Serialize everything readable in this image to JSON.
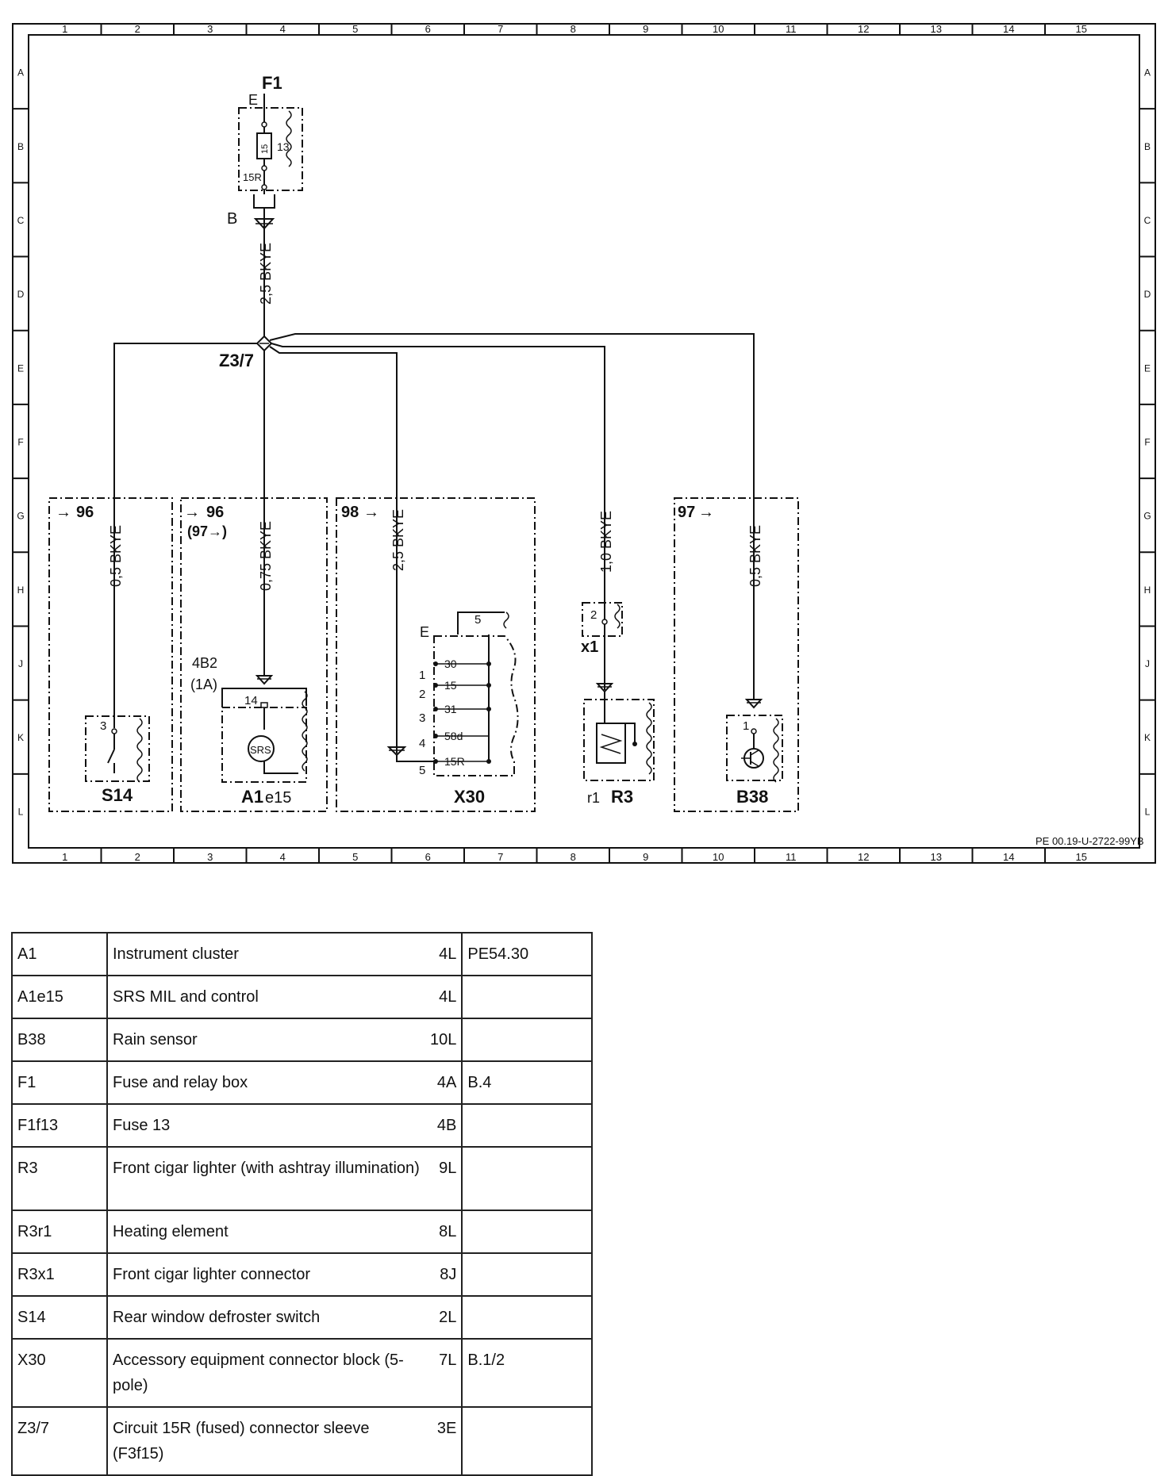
{
  "frame": {
    "col_numbers": [
      "1",
      "2",
      "3",
      "4",
      "5",
      "6",
      "7",
      "8",
      "9",
      "10",
      "11",
      "12",
      "13",
      "14",
      "15"
    ],
    "row_letters": [
      "A",
      "B",
      "C",
      "D",
      "E",
      "F",
      "G",
      "H",
      "J",
      "K",
      "L"
    ],
    "drawing_id": "PE 00.19-U-2722-99YB"
  },
  "schematic": {
    "fuse_box": {
      "label": "F1",
      "term_top": "E",
      "fuse_value": "15",
      "fuse_number": "13",
      "term_out": "15R",
      "term_bottom": "B"
    },
    "main_wire": "2,5 BKYE",
    "splice": "Z3/7",
    "branches": [
      {
        "ref": "96",
        "wire": "0,5 BKYE",
        "component": "S14",
        "pin": "3"
      },
      {
        "ref": "96",
        "ref2": "(97→)",
        "wire": "0,75 BKYE",
        "component": "A1",
        "subcomponent": "e15",
        "pin": "14",
        "connector": "4B2",
        "connector_alt": "(1A)",
        "symbol_text": "SRS"
      },
      {
        "ref": "98",
        "wire": "2,5 BKYE",
        "component": "X30",
        "top_pin": "5",
        "term_e": "E",
        "pins": [
          "1",
          "2",
          "3",
          "4",
          "5"
        ],
        "terminals": [
          "30",
          "15",
          "31",
          "58d",
          "15R"
        ]
      },
      {
        "wire": "1,0 BKYE",
        "component": "R3",
        "subcomponent": "r1",
        "connector": "x1",
        "pin": "2"
      },
      {
        "ref": "97",
        "wire": "0,5 BKYE",
        "component": "B38",
        "pin": "1"
      }
    ]
  },
  "legend": [
    {
      "code": "A1",
      "desc": "Instrument cluster",
      "loc": "4L",
      "ref": "PE54.30"
    },
    {
      "code": "A1e15",
      "desc": "SRS MIL and control",
      "loc": "4L",
      "ref": ""
    },
    {
      "code": "B38",
      "desc": "Rain sensor",
      "loc": "10L",
      "ref": ""
    },
    {
      "code": "F1",
      "desc": "Fuse and relay box",
      "loc": "4A",
      "ref": "B.4"
    },
    {
      "code": "F1f13",
      "desc": "Fuse 13",
      "loc": "4B",
      "ref": ""
    },
    {
      "code": "R3",
      "desc": "Front cigar lighter (with ashtray illumination)",
      "loc": "9L",
      "ref": ""
    },
    {
      "code": "R3r1",
      "desc": "Heating element",
      "loc": "8L",
      "ref": ""
    },
    {
      "code": "R3x1",
      "desc": "Front cigar lighter connector",
      "loc": "8J",
      "ref": ""
    },
    {
      "code": "S14",
      "desc": "Rear window defroster switch",
      "loc": "2L",
      "ref": ""
    },
    {
      "code": "X30",
      "desc": "Accessory equipment connector block (5-pole)",
      "loc": "7L",
      "ref": "B.1/2"
    },
    {
      "code": "Z3/7",
      "desc": "Circuit 15R (fused) connector sleeve (F3f15)",
      "loc": "3E",
      "ref": ""
    }
  ]
}
